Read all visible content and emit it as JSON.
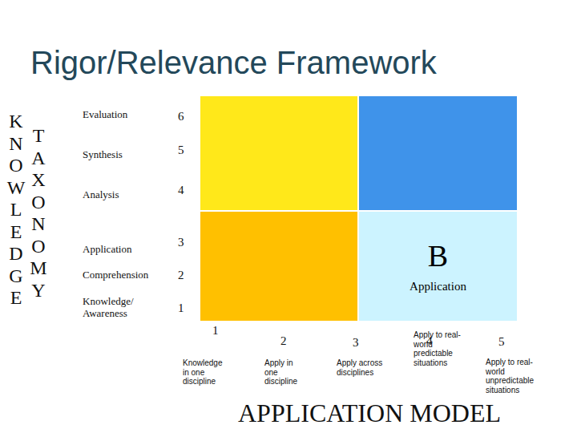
{
  "diagram": {
    "title": "Rigor/Relevance Framework",
    "caption": "APPLICATION MODEL",
    "nodes": [
      {
        "text": [
          "B",
          "Application"
        ]
      }
    ],
    "labels": [
      "KNOWLEDGE",
      "TAXONOMY",
      "Evaluation",
      "6",
      "Synthesis",
      "5",
      "Analysis",
      "4",
      "Application",
      "3",
      "Comprehension",
      "2",
      "Knowledge/ Awareness",
      "1",
      "1",
      "2",
      "3",
      "4",
      "5",
      "Knowledge in one discipline",
      "Apply in one discipline",
      "Apply across disciplines",
      "Apply to real-world predictable situations",
      "Apply to real-world unpredictable situations"
    ]
  }
}
